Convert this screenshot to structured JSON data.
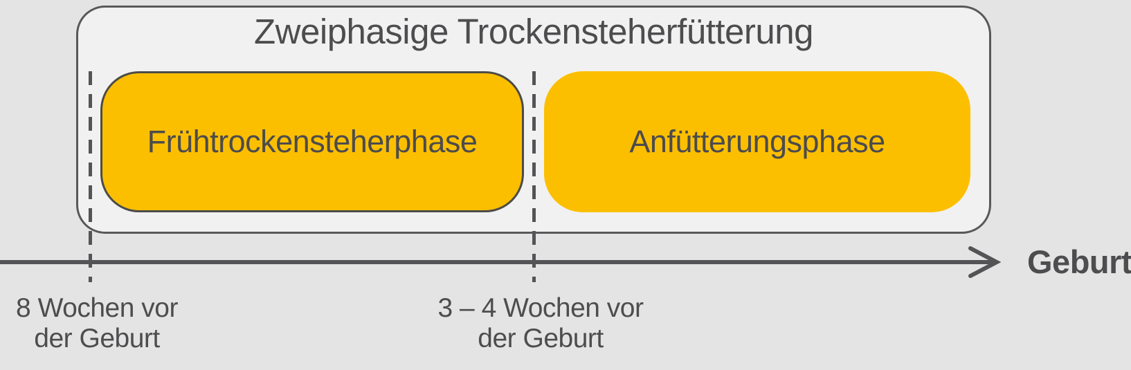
{
  "diagram": {
    "title": "Zweiphasige Trockensteherfütterung",
    "phases": [
      {
        "label": "Frühtrockensteherphase"
      },
      {
        "label": "Anfütterungsphase"
      }
    ],
    "timeline": {
      "end_label": "Geburt",
      "markers": [
        {
          "line1": "8 Wochen vor",
          "line2": "der Geburt"
        },
        {
          "line1": "3 – 4 Wochen vor",
          "line2": "der Geburt"
        }
      ]
    },
    "colors": {
      "page_background": "#e4e4e4",
      "container_fill": "#f1f1f1",
      "container_border": "#58585a",
      "phase_fill": "#fcbf00",
      "phase_border": "#4c4b49",
      "line_color": "#545457",
      "text_color": "#4d4d4f"
    }
  }
}
